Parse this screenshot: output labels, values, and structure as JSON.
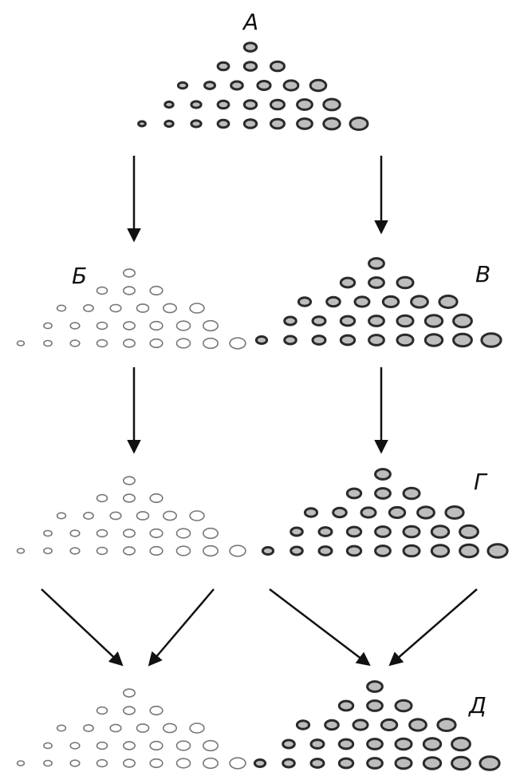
{
  "labels": {
    "a": "А",
    "b": "Б",
    "v": "В",
    "g": "Г",
    "d": "Д"
  },
  "groups": [
    {
      "id": "A",
      "tone": "dark",
      "rows": [
        1,
        3,
        6,
        7,
        9
      ]
    },
    {
      "id": "B",
      "tone": "light",
      "rows": [
        1,
        3,
        6,
        7,
        9
      ]
    },
    {
      "id": "V",
      "tone": "dark",
      "rows": [
        1,
        3,
        6,
        7,
        9
      ]
    },
    {
      "id": "B2",
      "tone": "light",
      "rows": [
        1,
        3,
        6,
        7,
        9
      ]
    },
    {
      "id": "G",
      "tone": "dark",
      "rows": [
        1,
        3,
        6,
        7,
        9
      ]
    },
    {
      "id": "D1",
      "tone": "light",
      "rows": [
        1,
        3,
        6,
        7,
        9
      ]
    },
    {
      "id": "D2",
      "tone": "dark",
      "rows": [
        1,
        3,
        6,
        7,
        9
      ]
    }
  ],
  "colors": {
    "dark_seed": "#2a2a2a",
    "light_seed": "#777777",
    "arrow": "#111111"
  }
}
